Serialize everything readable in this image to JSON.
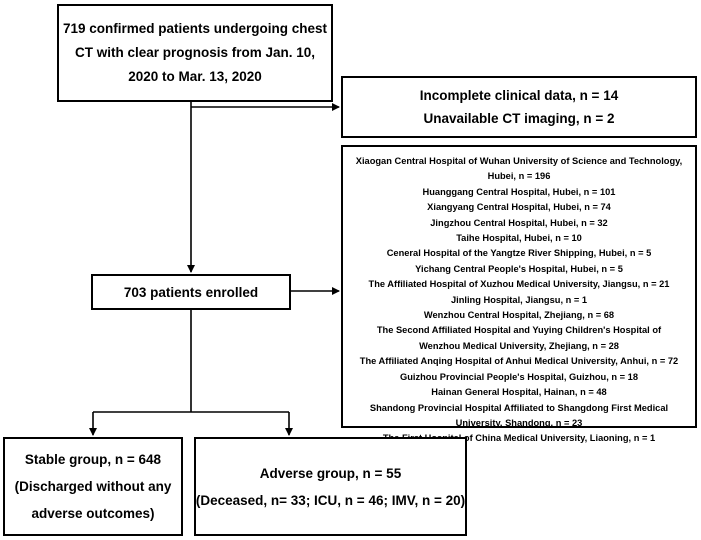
{
  "top_box": {
    "lines": [
      "719 confirmed patients undergoing chest",
      "CT with clear prognosis from Jan. 10,",
      "2020 to Mar. 13, 2020"
    ]
  },
  "exclusion_box": {
    "lines": [
      "Incomplete clinical data, n = 14",
      "Unavailable CT imaging, n = 2"
    ]
  },
  "hospitals_box": {
    "lines": [
      "Xiaogan Central Hospital of Wuhan University of Science and Technology,",
      "Hubei, n = 196",
      "Huanggang Central Hospital, Hubei, n = 101",
      "Xiangyang Central Hospital, Hubei, n = 74",
      "Jingzhou Central Hospital, Hubei, n = 32",
      "Taihe Hospital, Hubei, n = 10",
      "Ceneral Hospital of the Yangtze River Shipping, Hubei, n = 5",
      "Yichang Central People's Hospital, Hubei, n = 5",
      "The Affiliated Hospital of Xuzhou Medical University, Jiangsu, n = 21",
      "Jinling Hospital, Jiangsu, n = 1",
      "Wenzhou Central Hospital, Zhejiang, n = 68",
      "The Second Affiliated Hospital and Yuying Children's Hospital of",
      "Wenzhou Medical University, Zhejiang, n = 28",
      "The Affiliated Anqing Hospital of Anhui Medical University, Anhui, n = 72",
      "Guizhou Provincial People's Hospital, Guizhou, n = 18",
      "Hainan General Hospital, Hainan, n = 48",
      "Shandong Provincial Hospital Affiliated to Shangdong First Medical",
      "University, Shandong, n = 23",
      "The First Hospital of China Medical University, Liaoning, n = 1"
    ]
  },
  "enrolled_box": {
    "text": "703 patients enrolled"
  },
  "stable_box": {
    "lines": [
      "Stable group, n = 648",
      "(Discharged without any",
      "adverse outcomes)"
    ]
  },
  "adverse_box": {
    "lines": [
      "Adverse group, n = 55",
      "(Deceased, n= 33; ICU, n = 46; IMV, n = 20)"
    ]
  }
}
